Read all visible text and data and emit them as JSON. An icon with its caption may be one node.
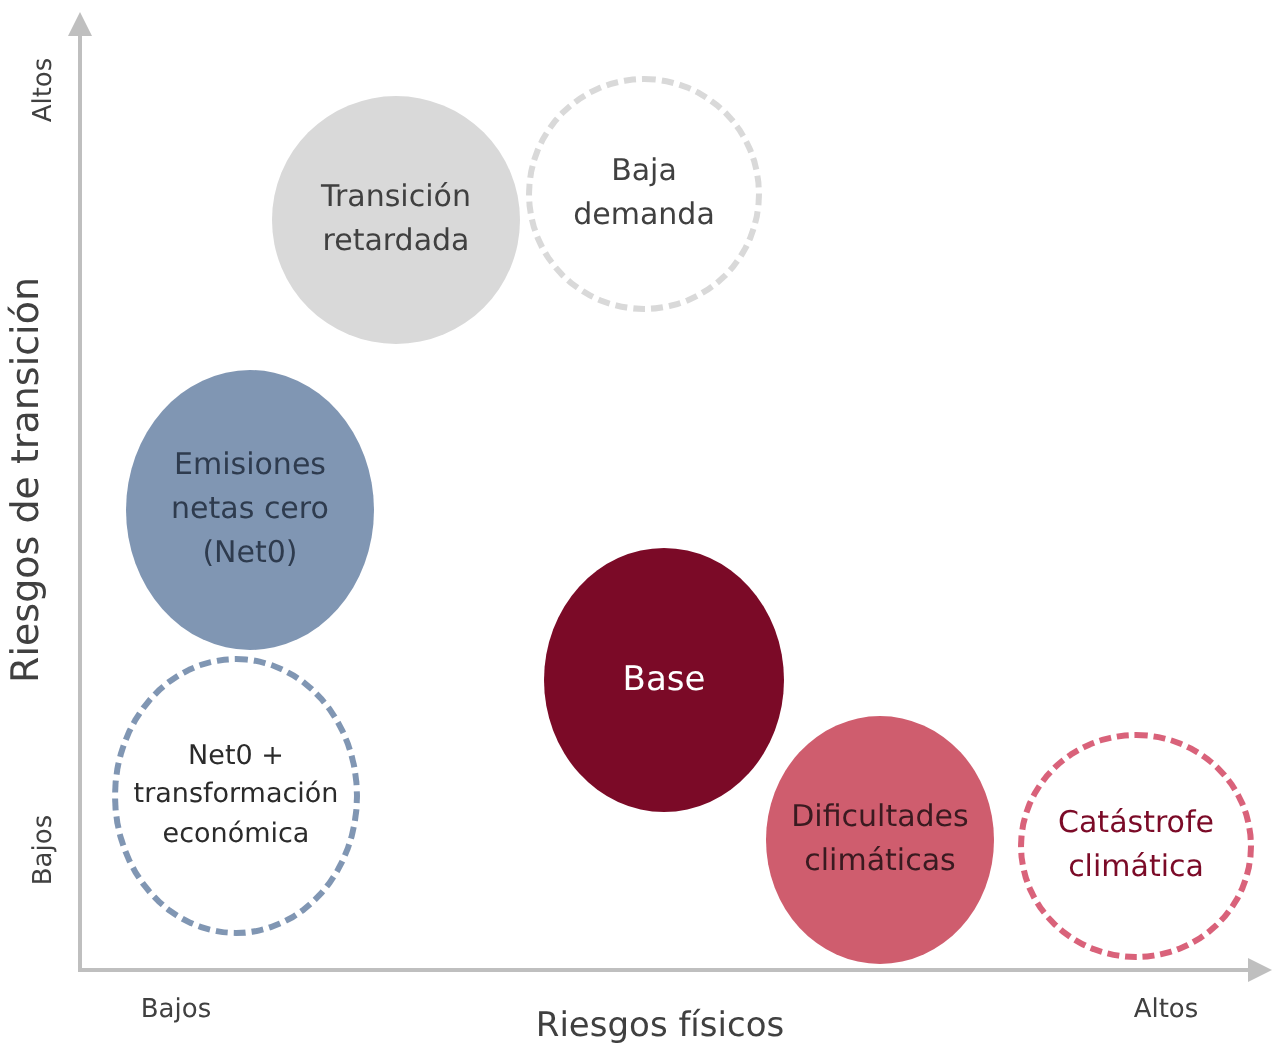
{
  "diagram": {
    "nodes": [
      {
        "text": [
          "Transición retardada"
        ]
      },
      {
        "text": [
          "Baja demanda"
        ]
      },
      {
        "text": [
          "Emisiones netas cero (Net0)"
        ]
      },
      {
        "text": [
          "Base"
        ]
      },
      {
        "text": [
          "Net0 + transformación económica"
        ]
      },
      {
        "text": [
          "Dificultades climáticas"
        ]
      },
      {
        "text": [
          "Catástrofe climática"
        ]
      }
    ],
    "labels": [
      "Altos",
      "Bajos",
      "Riesgos de transición",
      "Bajos",
      "Altos",
      "Riesgos físicos"
    ]
  }
}
